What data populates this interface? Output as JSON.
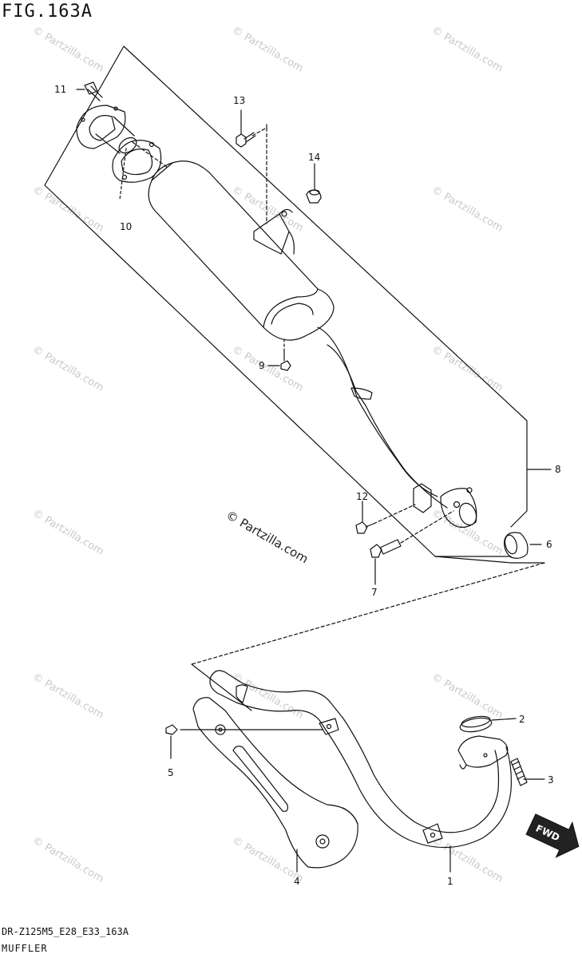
{
  "figure": {
    "title": "FIG.163A",
    "code": "DR-Z125M5_E28_E33_163A",
    "section": "MUFFLER"
  },
  "watermark": {
    "text": "© Partzilla.com",
    "main_text": "© Partzilla.com"
  },
  "callouts": [
    "1",
    "2",
    "3",
    "4",
    "5",
    "6",
    "7",
    "8",
    "9",
    "10",
    "11",
    "12",
    "13",
    "14"
  ],
  "fwd": {
    "label": "FWD"
  },
  "colors": {
    "line": "#111111",
    "watermark": "#c9c9c9",
    "background": "#ffffff"
  }
}
